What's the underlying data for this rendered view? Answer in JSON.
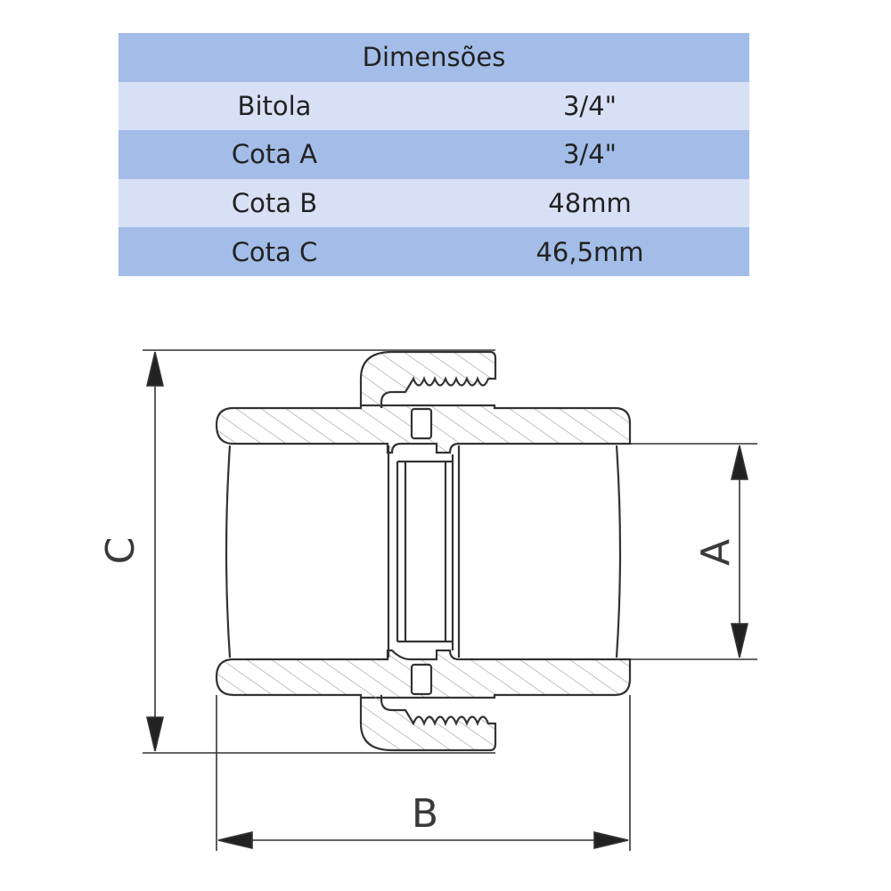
{
  "table": {
    "header": "Dimensões",
    "rows": [
      {
        "label": "Bitola",
        "value": "3/4\""
      },
      {
        "label": "Cota A",
        "value": "3/4\""
      },
      {
        "label": "Cota B",
        "value": "48mm"
      },
      {
        "label": "Cota C",
        "value": "46,5mm"
      }
    ]
  },
  "drawing": {
    "label_a": "A",
    "label_b": "B",
    "label_c": "C"
  },
  "colors": {
    "header_bg": "#a3bde8",
    "row_dark": "#a3bde8",
    "row_light": "#d7e0f5",
    "line": "#333333"
  }
}
